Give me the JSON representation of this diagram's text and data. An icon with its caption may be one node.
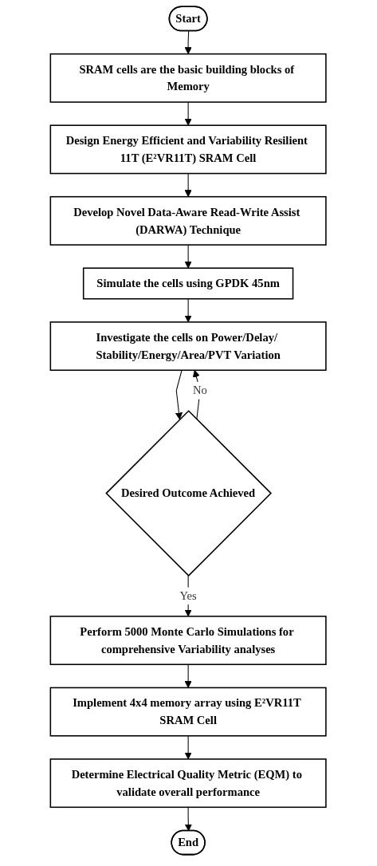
{
  "diagram": {
    "nodes": [
      {
        "text": [
          "Start"
        ]
      },
      {
        "text": [
          "SRAM cells are the basic building blocks of Memory"
        ]
      },
      {
        "text": [
          "Design Energy Efficient and Variability Resilient 11T (E²VR11T) SRAM Cell"
        ]
      },
      {
        "text": [
          "Develop Novel Data-Aware Read-Write Assist (DARWA) Technique"
        ]
      },
      {
        "text": [
          "Simulate the cells using GPDK 45nm"
        ]
      },
      {
        "text": [
          "Investigate the cells on Power/Delay/ Stability/Energy/Area/PVT Variation"
        ]
      },
      {
        "text": [
          "Desired Outcome Achieved"
        ]
      },
      {
        "text": [
          "Perform 5000 Monte Carlo Simulations for comprehensive Variability analyses"
        ]
      },
      {
        "text": [
          "Implement 4x4 memory array using E²VR11T SRAM Cell"
        ]
      },
      {
        "text": [
          "Determine Electrical Quality Metric (EQM) to validate overall performance"
        ]
      },
      {
        "text": [
          "End"
        ]
      }
    ],
    "edges": [
      {
        "from": 0,
        "to": 1,
        "arrow": "to"
      },
      {
        "from": 1,
        "to": 2,
        "arrow": "to"
      },
      {
        "from": 2,
        "to": 3,
        "arrow": "to"
      },
      {
        "from": 3,
        "to": 4,
        "arrow": "to"
      },
      {
        "from": 4,
        "to": 5,
        "arrow": "to"
      },
      {
        "from": 5,
        "to": 6,
        "arrow": "to"
      },
      {
        "from": 6,
        "to": 7,
        "label": "Yes",
        "arrow": "to"
      },
      {
        "from": 6,
        "to": 5,
        "label": "No",
        "arrow": "to"
      },
      {
        "from": 7,
        "to": 8,
        "arrow": "to"
      },
      {
        "from": 8,
        "to": 9,
        "arrow": "to"
      },
      {
        "from": 9,
        "to": 10,
        "arrow": "to"
      }
    ]
  }
}
